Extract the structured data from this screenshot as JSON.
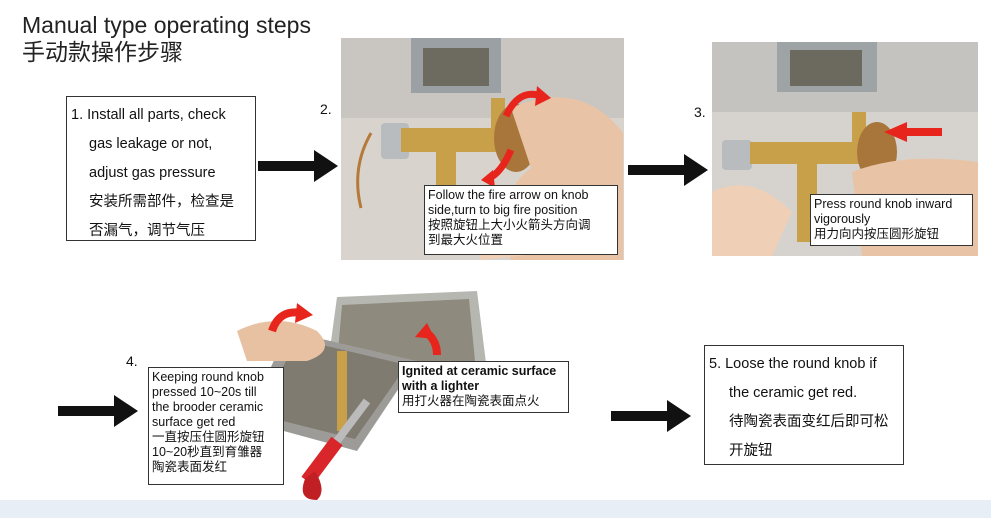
{
  "title": {
    "en": "Manual type operating steps",
    "zh": "手动款操作步骤"
  },
  "step1": {
    "lines": [
      "1. Install all parts, check",
      "gas leakage or not,",
      "adjust gas pressure",
      "安装所需部件，检查是",
      "否漏气，调节气压"
    ]
  },
  "step2": {
    "number": "2.",
    "caption": [
      "Follow the fire arrow on knob",
      "side,turn to big fire position",
      "按照旋钮上大小火箭头方向调",
      "到最大火位置"
    ]
  },
  "step3": {
    "number": "3.",
    "caption": [
      "Press round knob inward",
      "vigorously",
      "用力向内按压圆形旋钮"
    ]
  },
  "step4": {
    "number": "4.",
    "caption": [
      "Keeping round knob",
      "pressed 10~20s till",
      "the brooder ceramic",
      "surface get red",
      "一直按压住圆形旋钮",
      "10~20秒直到育雏器",
      "陶瓷表面发红"
    ],
    "lighter_caption": [
      "Ignited at ceramic surface",
      "with a lighter",
      "用打火器在陶瓷表面点火"
    ]
  },
  "step5": {
    "lines": [
      "5. Loose the round knob if",
      "the ceramic get red.",
      "待陶瓷表面变红后即可松",
      "开旋钮"
    ]
  },
  "colors": {
    "arrow": "#111111",
    "red_arrow": "#e8251c",
    "brass": "#c9a04a"
  }
}
